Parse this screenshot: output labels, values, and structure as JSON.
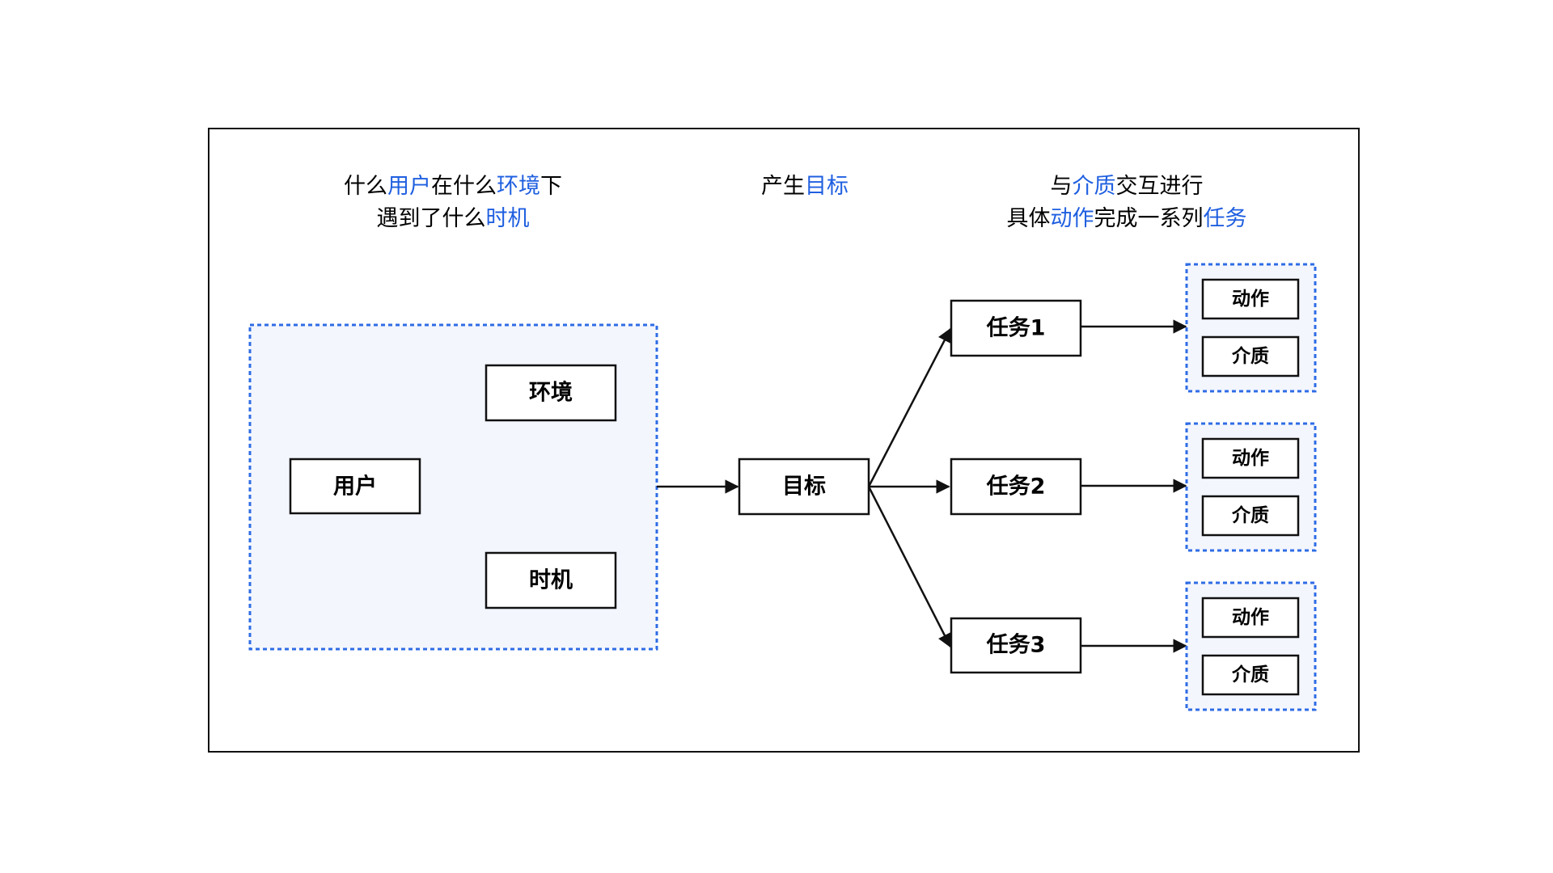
{
  "captions": {
    "left": {
      "line1": [
        {
          "text": "什么",
          "hl": false
        },
        {
          "text": "用户",
          "hl": true
        },
        {
          "text": "在什么",
          "hl": false
        },
        {
          "text": "环境",
          "hl": true
        },
        {
          "text": "下",
          "hl": false
        }
      ],
      "line2": [
        {
          "text": "遇到了什么",
          "hl": false
        },
        {
          "text": "时机",
          "hl": true
        }
      ]
    },
    "middle": {
      "line1": [
        {
          "text": "产生",
          "hl": false
        },
        {
          "text": "目标",
          "hl": true
        }
      ]
    },
    "right": {
      "line1": [
        {
          "text": "与",
          "hl": false
        },
        {
          "text": "介质",
          "hl": true
        },
        {
          "text": "交互进行",
          "hl": false
        }
      ],
      "line2": [
        {
          "text": "具体",
          "hl": false
        },
        {
          "text": "动作",
          "hl": true
        },
        {
          "text": "完成一系列",
          "hl": false
        },
        {
          "text": "任务",
          "hl": true
        }
      ]
    }
  },
  "context_group": {
    "user": "用户",
    "environment": "环境",
    "timing": "时机"
  },
  "goal": "目标",
  "tasks": [
    {
      "label": "任务1",
      "action": "动作",
      "medium": "介质"
    },
    {
      "label": "任务2",
      "action": "动作",
      "medium": "介质"
    },
    {
      "label": "任务3",
      "action": "动作",
      "medium": "介质"
    }
  ],
  "colors": {
    "highlight": "#1f5fe0",
    "group_border": "#2f6ce5",
    "group_fill": "#f3f6fd",
    "stroke": "#111111"
  }
}
